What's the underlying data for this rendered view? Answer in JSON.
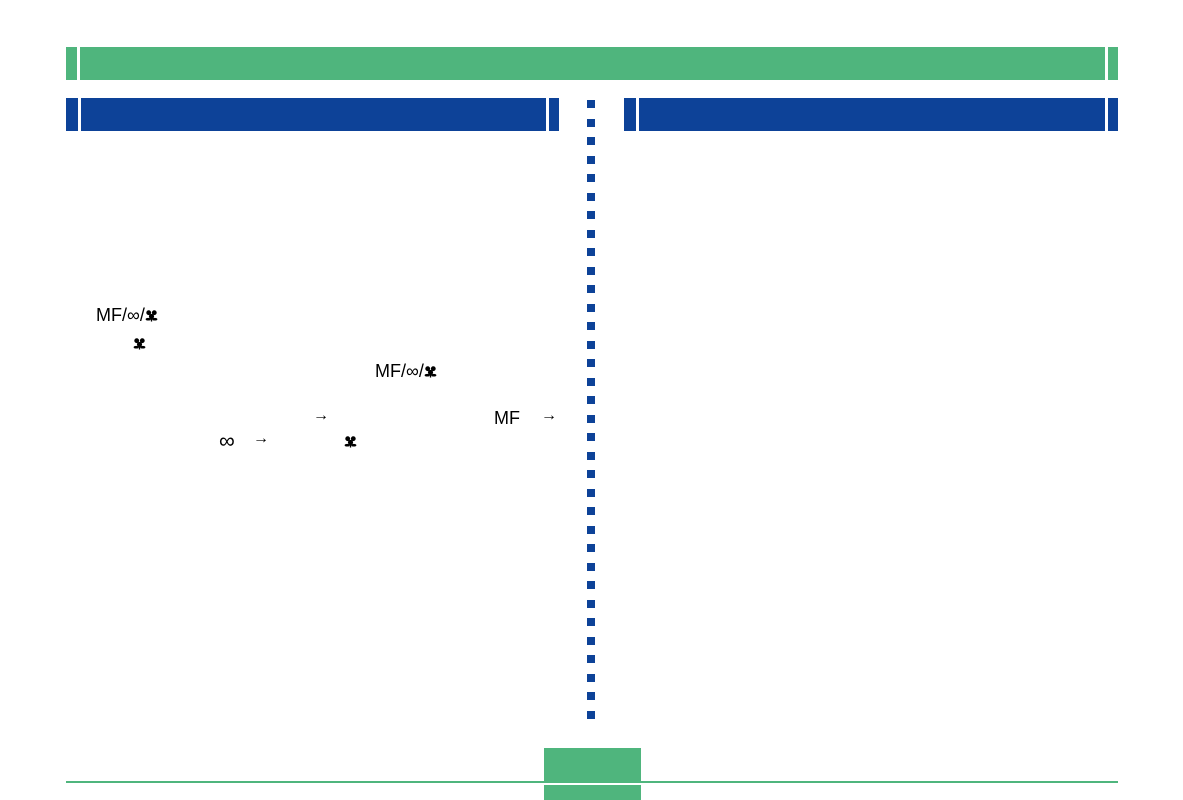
{
  "colors": {
    "accent_green": "#4fb57d",
    "header_blue": "#0d4298",
    "dot_blue": "#0d4298"
  },
  "icons": [
    "macro-flower-icon",
    "right-arrow-icon",
    "infinity-icon"
  ],
  "focus_button": {
    "label": "MF/∞/",
    "label_inline": "MF/∞/"
  },
  "focus_cycle": {
    "mf": "MF",
    "infinity": "∞",
    "arrow": "→"
  }
}
